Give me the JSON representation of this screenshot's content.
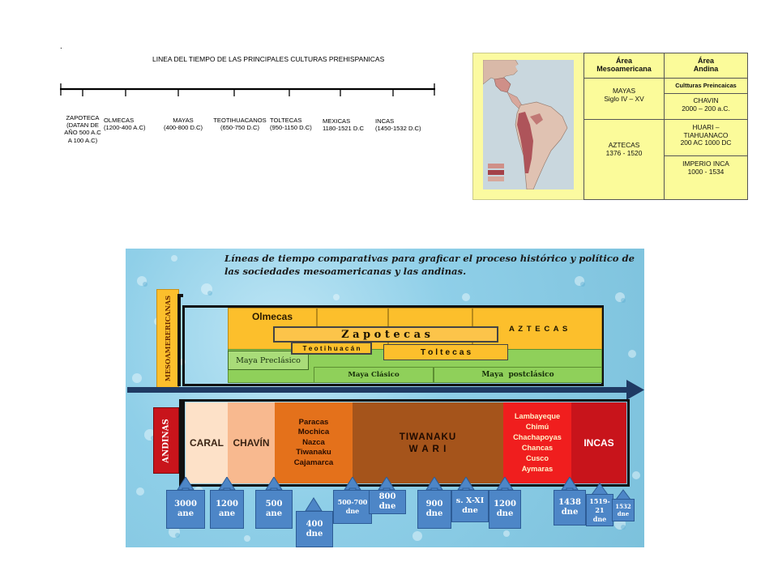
{
  "timeline_top": {
    "dot": ".",
    "title": "LINEA DEL TIEMPO DE LAS PRINCIPALES CULTURAS PREHISPANICAS",
    "labels": [
      {
        "text": "ZAPOTECA\n(DATAN DE\nAÑO 500 A.C\nA 100 A.C)"
      },
      {
        "text": "OLMECAS\n(1200-400 A.C)"
      },
      {
        "text": "MAYAS\n(400-800 D.C)"
      },
      {
        "text": "TEOTIHUACANOS\n(650-750 D.C)"
      },
      {
        "text": "TOLTECAS\n(950-1150 D.C)"
      },
      {
        "text": "MEXICAS\n1180-1521 D.C"
      },
      {
        "text": "INCAS\n(1450-1532 D.C)"
      }
    ]
  },
  "areas_table": {
    "header_meso": "Área\nMesoamericana",
    "header_andina": "Área\nAndina",
    "mayas": "MAYAS\nSiglo IV – XV",
    "aztecas": "AZTECAS\n1376 - 1520",
    "preincaicas": "Cultturas Preincaicas",
    "chavin": "CHAVIN\n2000 – 200 a.C.",
    "huari": "HUARI –\nTIAHUANACO\n200 AC 1000 DC",
    "inca": "IMPERIO INCA\n1000 - 1534"
  },
  "comparative": {
    "title": "Líneas de tiempo comparativas para graficar el proceso histórico y político de las sociedades mesoamericanas y las andinas.",
    "meso_label": "MESOAMERERICANAS",
    "andinas_label": "ANDINAS",
    "meso_bars": {
      "olmecas": "Olmecas",
      "zapotecas": "Z a p o t e c a s",
      "aztecas": "A Z T E C A S",
      "teotihuacan": "T e o t i h u a c á n",
      "toltecas": "T o l t e c a s",
      "maya_pre": "Maya Preclásico",
      "maya_clasico": "Maya Clásico",
      "maya_post": "Maya  postclásico"
    },
    "andean_blocks": {
      "caral": "CARAL",
      "chavin": "CHAVÍN",
      "paracas": "Paracas\nMochica\nNazca\nTiwanaku\nCajamarca",
      "tiwanaku": "TIWANAKU\nW A R I",
      "lambayeque": "Lambayeque\nChimú\nChachapoyas\nChancas\nCusco\nAymaras",
      "incas": "INCAS"
    },
    "dates": [
      {
        "text": "3000\nane"
      },
      {
        "text": "1200\nane"
      },
      {
        "text": "500\nane"
      },
      {
        "text": "400\ndne"
      },
      {
        "text": "500-700\ndne"
      },
      {
        "text": "800 dne"
      },
      {
        "text": "900\ndne"
      },
      {
        "text": "s. X-XI\ndne"
      },
      {
        "text": "1200\ndne"
      },
      {
        "text": "1438\ndne"
      },
      {
        "text": "1519-21\ndne"
      },
      {
        "text": "1532\ndne"
      }
    ]
  },
  "colors": {
    "table_yellow": "#fbfb9a",
    "meso_orange": "#fcbf2c",
    "meso_green": "#8fd05a",
    "andes_caral": "#fde1c8",
    "andes_chavin": "#f8b98f",
    "andes_paracas": "#e4711b",
    "andes_tiwanaku": "#a5541b",
    "andes_lambayeque": "#f01e1e",
    "andes_incas": "#c8141b",
    "arrow_blue": "#4d86c7",
    "axis_navy": "#1f3a63"
  }
}
